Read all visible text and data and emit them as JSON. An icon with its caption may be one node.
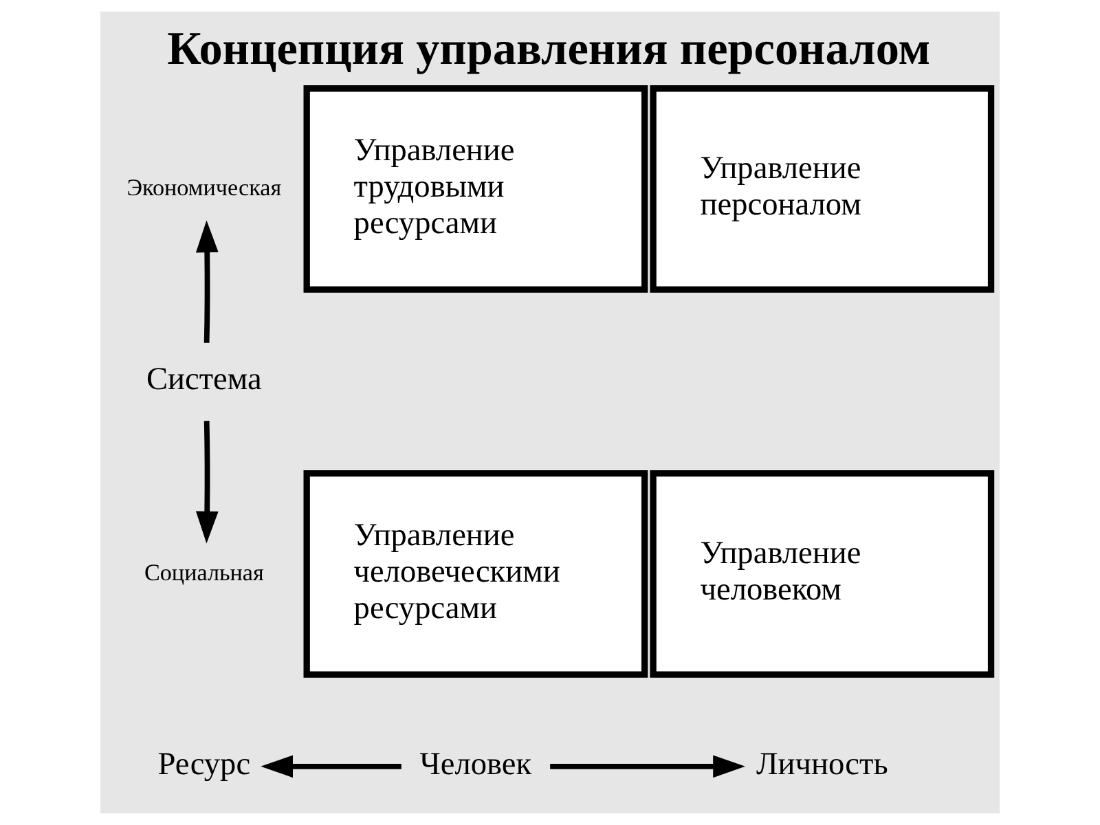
{
  "diagram": {
    "title": "Концепция управления персоналом",
    "nodes": [
      {
        "text": [
          "Экономическая"
        ]
      },
      {
        "text": [
          "Система"
        ]
      },
      {
        "text": [
          "Социальная"
        ]
      },
      {
        "text": [
          "Управление трудовыми ресурсами"
        ]
      },
      {
        "text": [
          "Управление персоналом"
        ]
      },
      {
        "text": [
          "Управление человеческими ресурсами"
        ]
      },
      {
        "text": [
          "Управление человеком"
        ]
      },
      {
        "text": [
          "Ресурс"
        ]
      },
      {
        "text": [
          "Человек"
        ]
      },
      {
        "text": [
          "Личность"
        ]
      }
    ],
    "edges": [
      {
        "from": 1,
        "to": 0,
        "arrow": "to"
      },
      {
        "from": 1,
        "to": 2,
        "arrow": "to"
      },
      {
        "from": 8,
        "to": 7,
        "arrow": "to"
      },
      {
        "from": 8,
        "to": 9,
        "arrow": "to"
      }
    ]
  }
}
